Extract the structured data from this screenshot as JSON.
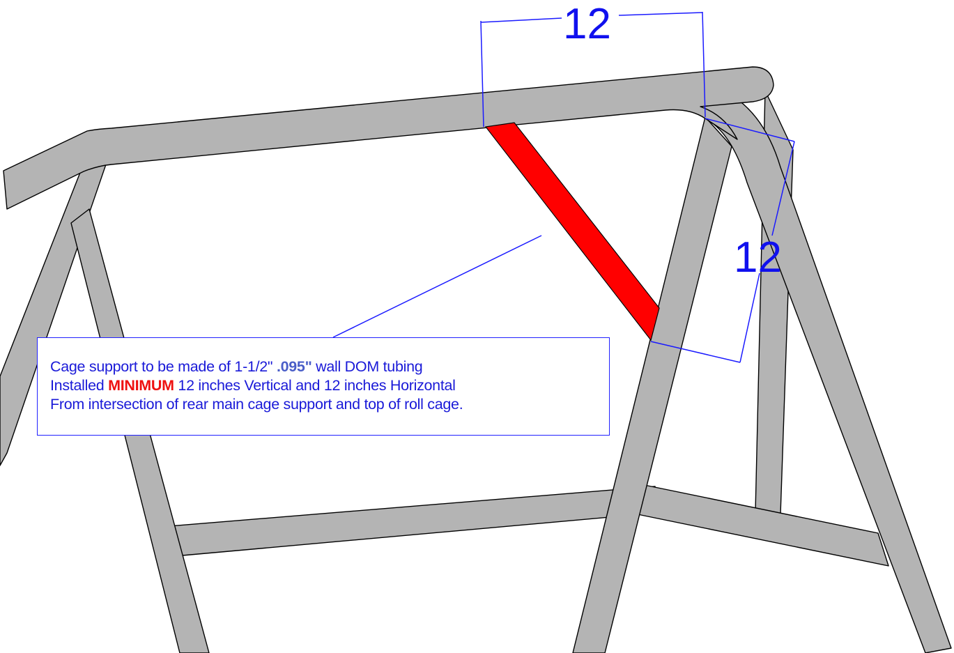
{
  "dimensions": {
    "horizontal_value": "12",
    "vertical_value": "12"
  },
  "note": {
    "line1_prefix": "Cage support to be made of 1-1/2\"",
    "line1_bold": ".095\"",
    "line1_suffix": "wall DOM tubing",
    "line2_prefix": "Installed",
    "line2_highlight": "MINIMUM",
    "line2_suffix": "12 inches Vertical  and 12 inches Horizontal",
    "line3": "From intersection of rear main cage support and top of roll cage."
  },
  "colors": {
    "tube_fill": "#b4b4b4",
    "support_fill": "#ff0000",
    "dimension_color": "#1a1aff",
    "highlight_color": "#ee1111"
  }
}
